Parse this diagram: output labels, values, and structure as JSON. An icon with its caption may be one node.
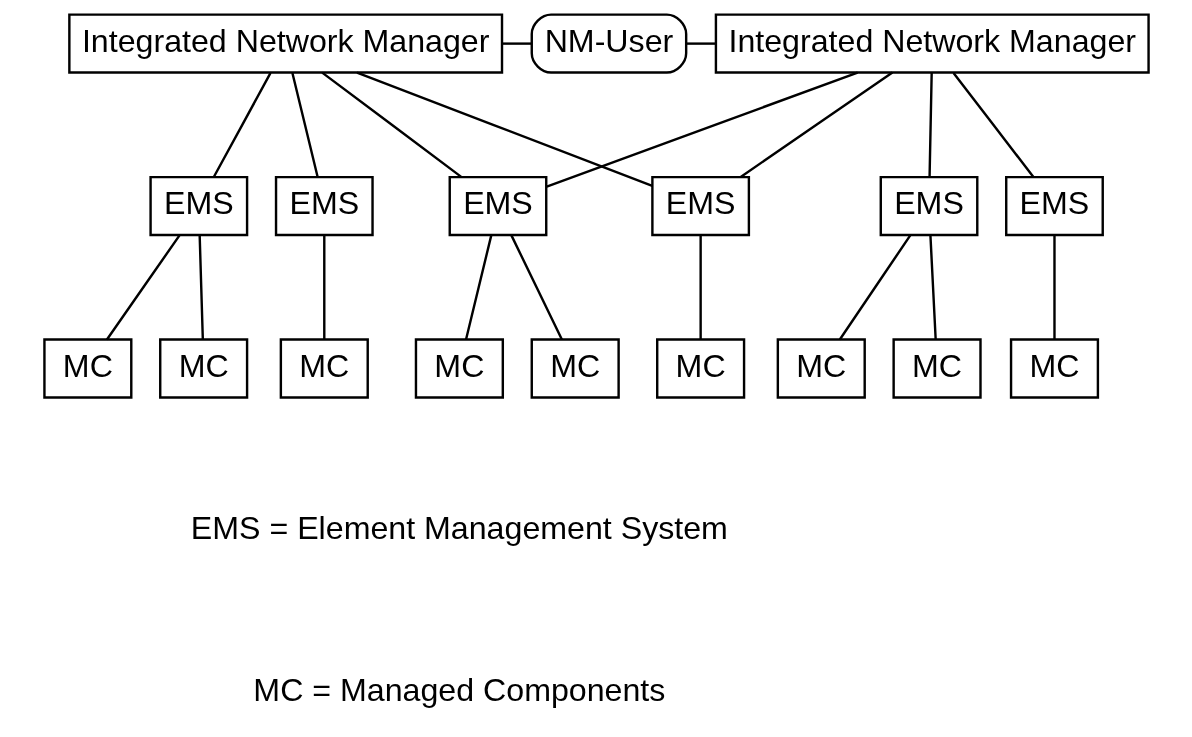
{
  "diagram": {
    "nodes": [
      {
        "text": [
          "Integrated Network Manager"
        ]
      },
      {
        "text": [
          "NM-User"
        ]
      },
      {
        "text": [
          "Integrated Network Manager"
        ]
      },
      {
        "text": [
          "EMS"
        ]
      },
      {
        "text": [
          "EMS"
        ]
      },
      {
        "text": [
          "EMS"
        ]
      },
      {
        "text": [
          "EMS"
        ]
      },
      {
        "text": [
          "EMS"
        ]
      },
      {
        "text": [
          "EMS"
        ]
      },
      {
        "text": [
          "MC"
        ]
      },
      {
        "text": [
          "MC"
        ]
      },
      {
        "text": [
          "MC"
        ]
      },
      {
        "text": [
          "MC"
        ]
      },
      {
        "text": [
          "MC"
        ]
      },
      {
        "text": [
          "MC"
        ]
      },
      {
        "text": [
          "MC"
        ]
      },
      {
        "text": [
          "MC"
        ]
      },
      {
        "text": [
          "MC"
        ]
      }
    ],
    "edges": [
      {
        "from": 0,
        "to": 1,
        "arrow": "none"
      },
      {
        "from": 1,
        "to": 2,
        "arrow": "none"
      },
      {
        "from": 0,
        "to": 3,
        "arrow": "none"
      },
      {
        "from": 0,
        "to": 4,
        "arrow": "none"
      },
      {
        "from": 0,
        "to": 5,
        "arrow": "none"
      },
      {
        "from": 0,
        "to": 6,
        "arrow": "none"
      },
      {
        "from": 2,
        "to": 5,
        "arrow": "none"
      },
      {
        "from": 2,
        "to": 6,
        "arrow": "none"
      },
      {
        "from": 2,
        "to": 7,
        "arrow": "none"
      },
      {
        "from": 2,
        "to": 8,
        "arrow": "none"
      },
      {
        "from": 3,
        "to": 9,
        "arrow": "none"
      },
      {
        "from": 3,
        "to": 10,
        "arrow": "none"
      },
      {
        "from": 4,
        "to": 11,
        "arrow": "none"
      },
      {
        "from": 5,
        "to": 12,
        "arrow": "none"
      },
      {
        "from": 5,
        "to": 13,
        "arrow": "none"
      },
      {
        "from": 6,
        "to": 14,
        "arrow": "none"
      },
      {
        "from": 7,
        "to": 15,
        "arrow": "none"
      },
      {
        "from": 7,
        "to": 16,
        "arrow": "none"
      },
      {
        "from": 8,
        "to": 17,
        "arrow": "none"
      }
    ],
    "labels": [
      "EMS = Element Management System",
      "MC = Managed Components"
    ]
  }
}
